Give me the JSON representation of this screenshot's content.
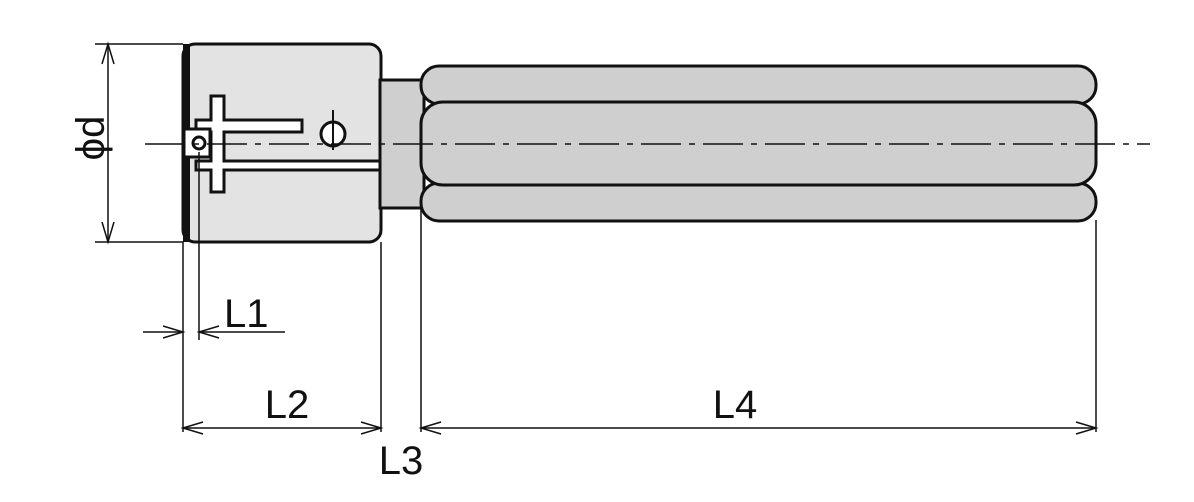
{
  "diagram": {
    "colors": {
      "body_fill": "#e3e3e3",
      "neck_fill": "#cfcfcf",
      "shank_fill": "#cfcfcf",
      "line": "#111111"
    },
    "labels": {
      "diameter": "ϕd",
      "l1": "L1",
      "l2": "L2",
      "l3": "L3",
      "l4": "L4"
    }
  }
}
